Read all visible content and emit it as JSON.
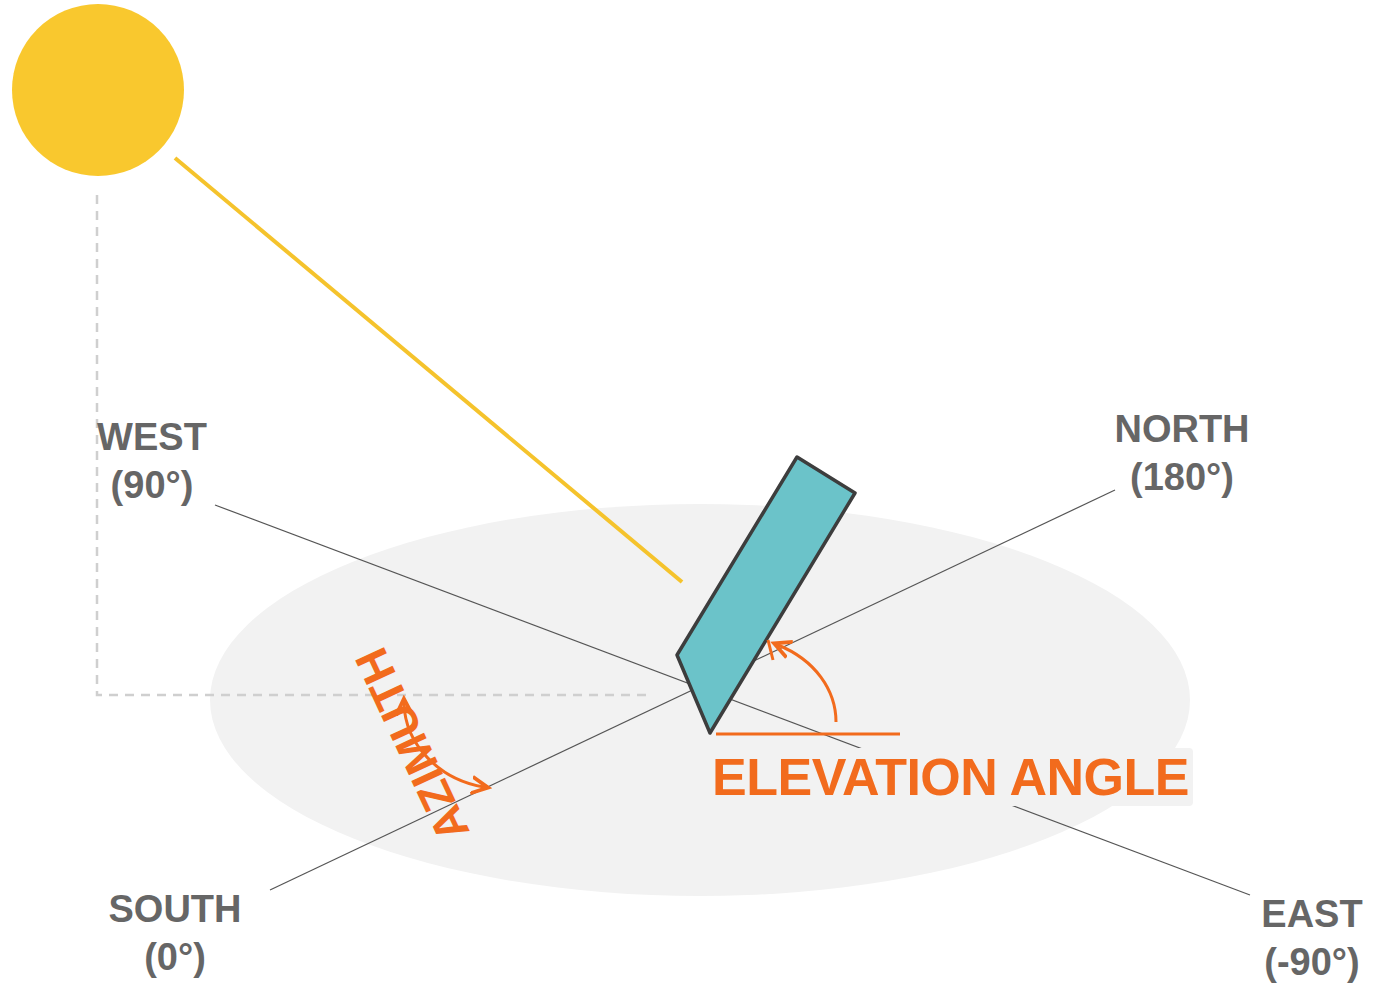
{
  "diagram": {
    "labels": [
      "WEST (90°)",
      "NORTH (180°)",
      "SOUTH (0°)",
      "EAST (-90°)",
      "AZIMUTH",
      "ELEVATION ANGLE"
    ]
  }
}
